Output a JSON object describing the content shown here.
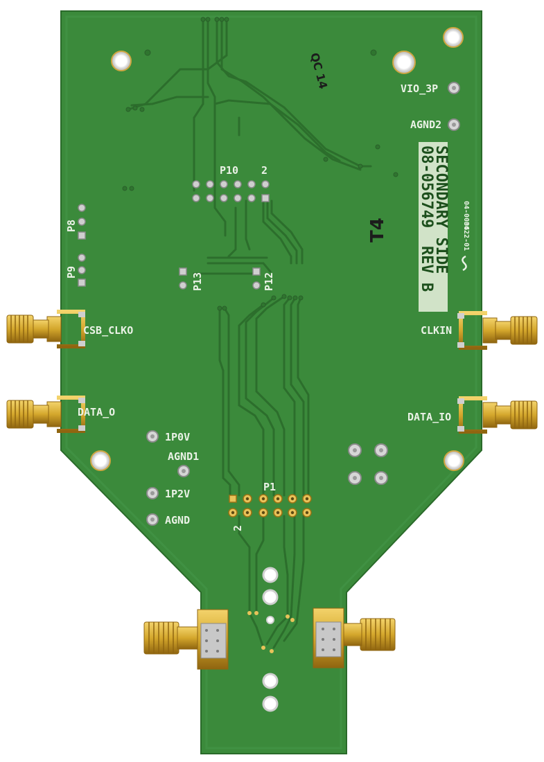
{
  "board": {
    "side_label": "SECONDARY SIDE",
    "part_number": "08-056749",
    "revision": "REV B",
    "small_code_left": "3422-01",
    "small_code_right": "04-0006",
    "handwritten_mark": "T4",
    "inspection_stamp": "QC 14"
  },
  "labels": {
    "vio_3p": "VIO_3P",
    "agnd2": "AGND2",
    "p10": "P10",
    "p10_pin": "2",
    "p8": "P8",
    "p9": "P9",
    "p13": "P13",
    "p12": "P12",
    "csb_clko": "CSB_CLKO",
    "clkin": "CLKIN",
    "data_o": "DATA_O",
    "data_io": "DATA_IO",
    "p1p0v": "1P0V",
    "agnd1": "AGND1",
    "p1p2v": "1P2V",
    "agnd": "AGND",
    "p1": "P1",
    "p1_pin": "2"
  },
  "colors": {
    "pcb": "#3b8a3b",
    "trace": "#2c6e2c",
    "silkscreen": "#eaf2e6",
    "gold": "#d4a72c",
    "gold_dark": "#9c7214"
  }
}
